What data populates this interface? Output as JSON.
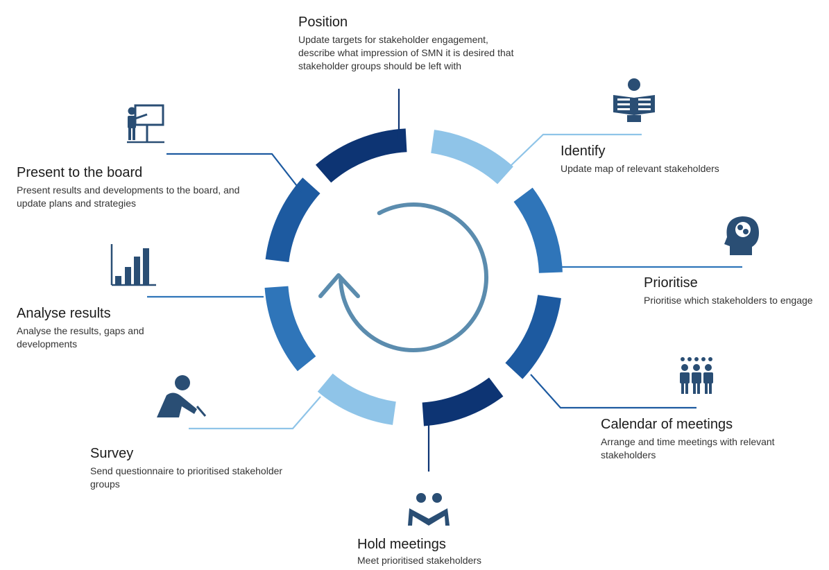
{
  "colors": {
    "dark_navy": "#0d3473",
    "navy": "#1d5aa0",
    "medium": "#2f75b9",
    "light": "#8fc4e8",
    "steel": "#5b8cae",
    "icon": "#2a4e74"
  },
  "stages": [
    {
      "key": "position",
      "title": "Position",
      "description": "Update targets for stakeholder engagement, describe what impression of SMN it is desired that stakeholder groups should be left with",
      "icon": "target-icon",
      "color": "dark_navy"
    },
    {
      "key": "identify",
      "title": "Identify",
      "description": "Update map of relevant stakeholders",
      "icon": "newspaper-reader-icon",
      "color": "light"
    },
    {
      "key": "prioritise",
      "title": "Prioritise",
      "description": "Prioritise which stakeholders to engage",
      "icon": "head-brain-icon",
      "color": "medium"
    },
    {
      "key": "calendar",
      "title": "Calendar of meetings",
      "description": "Arrange and time meetings with relevant stakeholders",
      "icon": "group-people-icon",
      "color": "navy"
    },
    {
      "key": "hold",
      "title": "Hold meetings",
      "description": "Meet prioritised stakeholders",
      "icon": "handshake-icon",
      "color": "dark_navy"
    },
    {
      "key": "survey",
      "title": "Survey",
      "description": "Send questionnaire to prioritised stakeholder groups",
      "icon": "person-writing-icon",
      "color": "light"
    },
    {
      "key": "analyse",
      "title": "Analyse results",
      "description": "Analyse the results, gaps and developments",
      "icon": "bar-chart-icon",
      "color": "medium"
    },
    {
      "key": "present",
      "title": "Present to the board",
      "description": "Present results and developments to the board, and update plans and strategies",
      "icon": "presenter-board-icon",
      "color": "navy"
    }
  ],
  "center": {
    "icon": "cycle-arrow-icon",
    "color": "steel"
  }
}
